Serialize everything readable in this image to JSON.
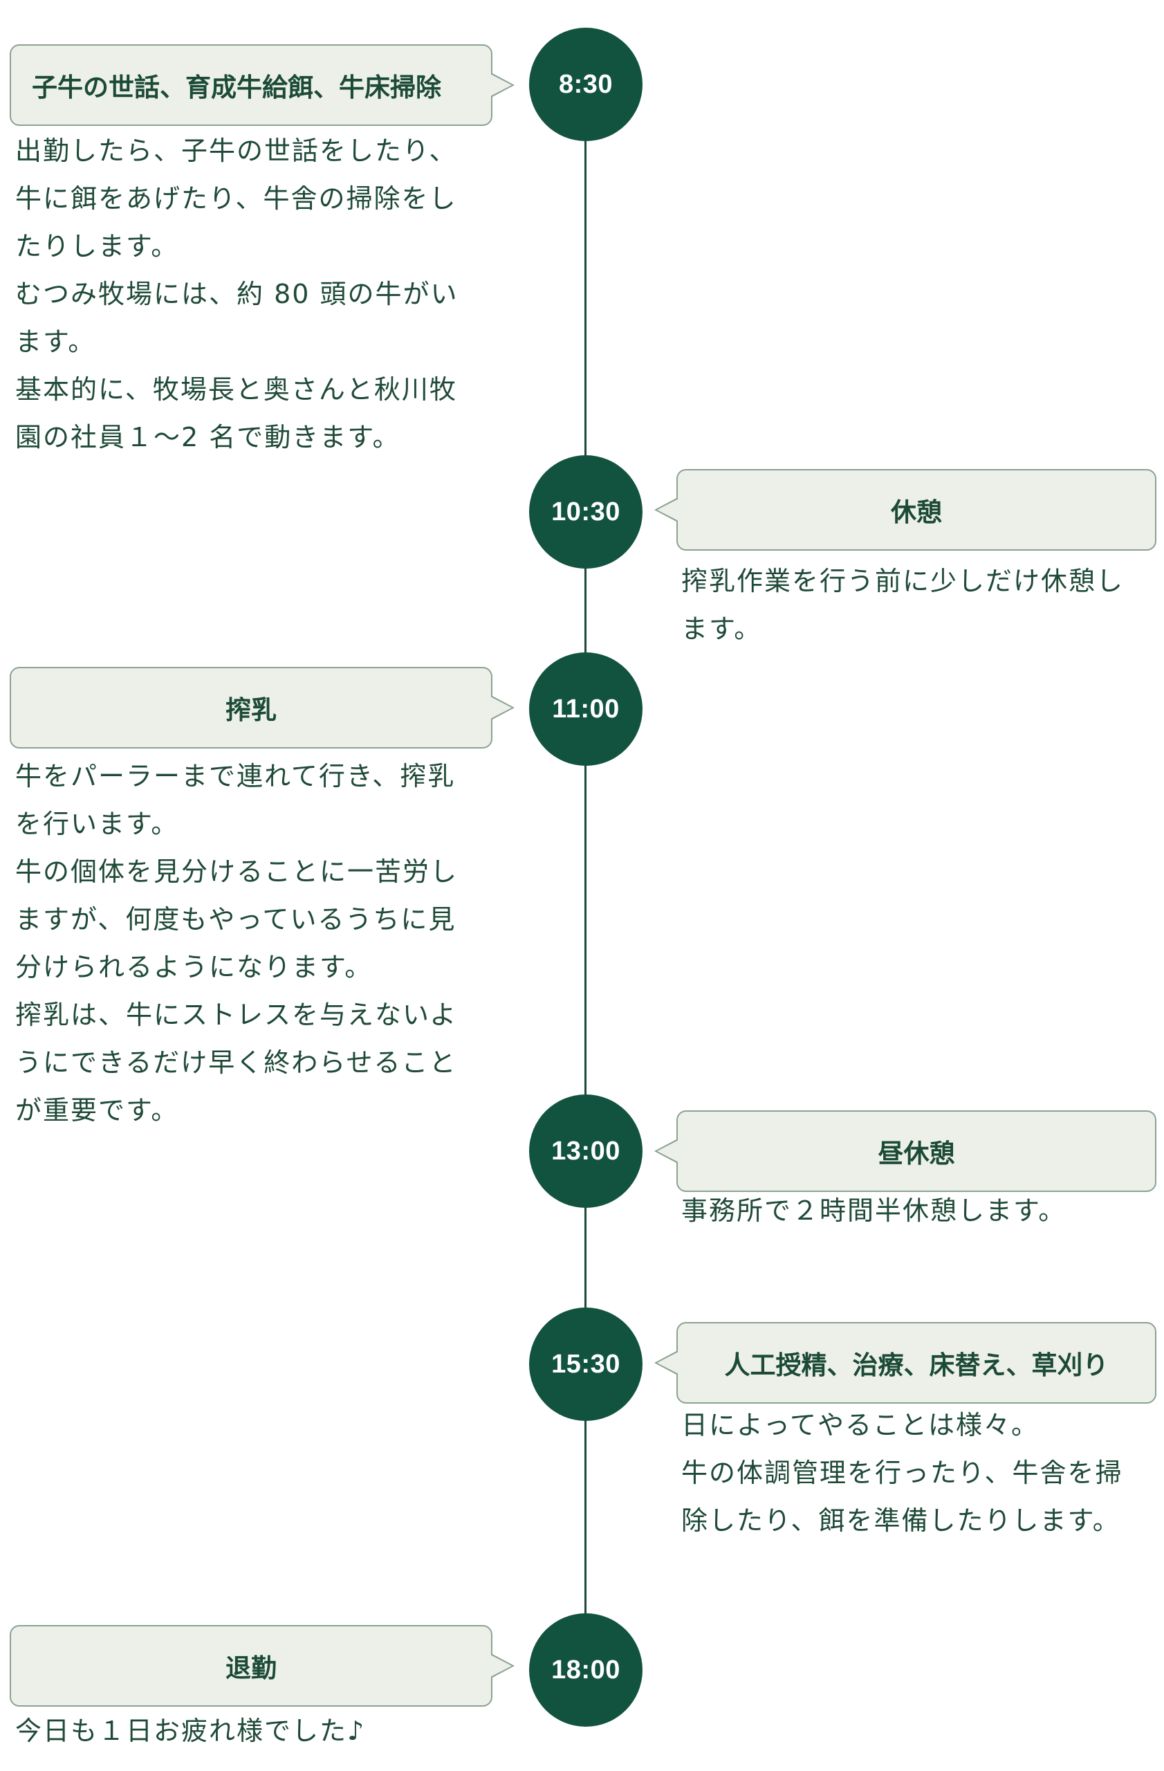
{
  "colors": {
    "circle": "#12533f",
    "line": "#1b4a38",
    "bubble_bg": "#edf0e8",
    "bubble_border": "#8aa293",
    "text": "#1f4a38"
  },
  "entries": [
    {
      "time": "8:30",
      "title": "子牛の世話、育成牛給餌、牛床掃除",
      "lines": [
        "出勤したら、子牛の世話をしたり、",
        "牛に餌をあげたり、牛舎の掃除をし",
        "たりします。",
        "むつみ牧場には、約 80 頭の牛がい",
        "ます。",
        "基本的に、牧場長と奥さんと秋川牧",
        "園の社員１～2 名で動きます。"
      ]
    },
    {
      "time": "10:30",
      "title": "休憩",
      "lines": [
        "搾乳作業を行う前に少しだけ休憩し",
        "ます。"
      ]
    },
    {
      "time": "11:00",
      "title": "搾乳",
      "lines": [
        "牛をパーラーまで連れて行き、搾乳",
        "を行います。",
        "牛の個体を見分けることに一苦労し",
        "ますが、何度もやっているうちに見",
        "分けられるようになります。",
        "搾乳は、牛にストレスを与えないよ",
        "うにできるだけ早く終わらせること",
        "が重要です。"
      ]
    },
    {
      "time": "13:00",
      "title": "昼休憩",
      "lines": [
        "事務所で２時間半休憩します。"
      ]
    },
    {
      "time": "15:30",
      "title": "人工授精、治療、床替え、草刈り",
      "lines": [
        "日によってやることは様々。",
        "牛の体調管理を行ったり、牛舎を掃",
        "除したり、餌を準備したりします。"
      ]
    },
    {
      "time": "18:00",
      "title": "退勤",
      "lines": [
        "今日も１日お疲れ様でした♪"
      ]
    }
  ]
}
